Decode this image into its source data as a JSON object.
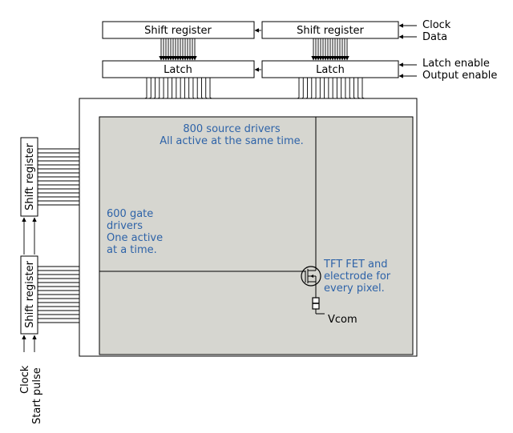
{
  "top_shift_registers": {
    "left_label": "Shift register",
    "right_label": "Shift register"
  },
  "latches": {
    "left_label": "Latch",
    "right_label": "Latch"
  },
  "top_inputs": {
    "clock": "Clock",
    "data": "Data",
    "latch_enable": "Latch enable",
    "output_enable": "Output enable"
  },
  "panel": {
    "source_drivers_line1": "800 source drivers",
    "source_drivers_line2": "All active at the same time.",
    "gate_drivers_lines": [
      "600 gate",
      "drivers",
      "One active",
      "at a time."
    ],
    "pixel_lines": [
      "TFT FET and",
      "electrode for",
      "every pixel."
    ],
    "vcom_label": "Vcom"
  },
  "side_shift_registers": {
    "upper_label": "Shift register",
    "lower_label": "Shift register"
  },
  "side_inputs": {
    "clock": "Clock",
    "start_pulse": "Start pulse"
  },
  "colors": {
    "panel_fill": "#d6d6d0",
    "annotation_text": "#2e63a8",
    "line": "#000000"
  }
}
